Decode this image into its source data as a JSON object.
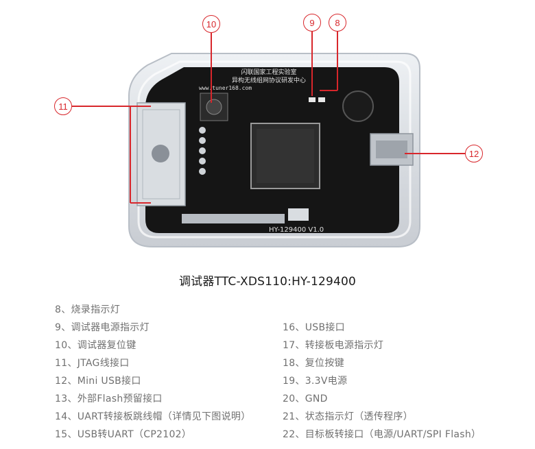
{
  "board": {
    "silk_line1": "闪联国家工程实验室",
    "silk_line2": "异构无线组网协议研发中心",
    "silk_url": "www.tuner168.com",
    "silk_model": "HY-129400  V1.0"
  },
  "callouts": [
    "10",
    "9",
    "8",
    "11",
    "12"
  ],
  "caption": "调试器TTC-XDS110:HY-129400",
  "left_items": [
    "8、烧录指示灯",
    "9、调试器电源指示灯",
    "10、调试器复位键",
    "11、JTAG线接口",
    "12、Mini USB接口",
    "13、外部Flash预留接口",
    "14、UART转接板跳线帽（详情见下图说明）",
    "15、USB转UART（CP2102）"
  ],
  "right_items": [
    "16、USB接口",
    "17、转接板电源指示灯",
    "18、复位按键",
    "19、3.3V电源",
    "20、GND",
    "21、状态指示灯（透传程序）",
    "22、目标板转接口（电源/UART/SPI Flash）"
  ],
  "colors": {
    "callout_red": "#d8262b",
    "board_black": "#151515",
    "text_gray": "#707070"
  }
}
